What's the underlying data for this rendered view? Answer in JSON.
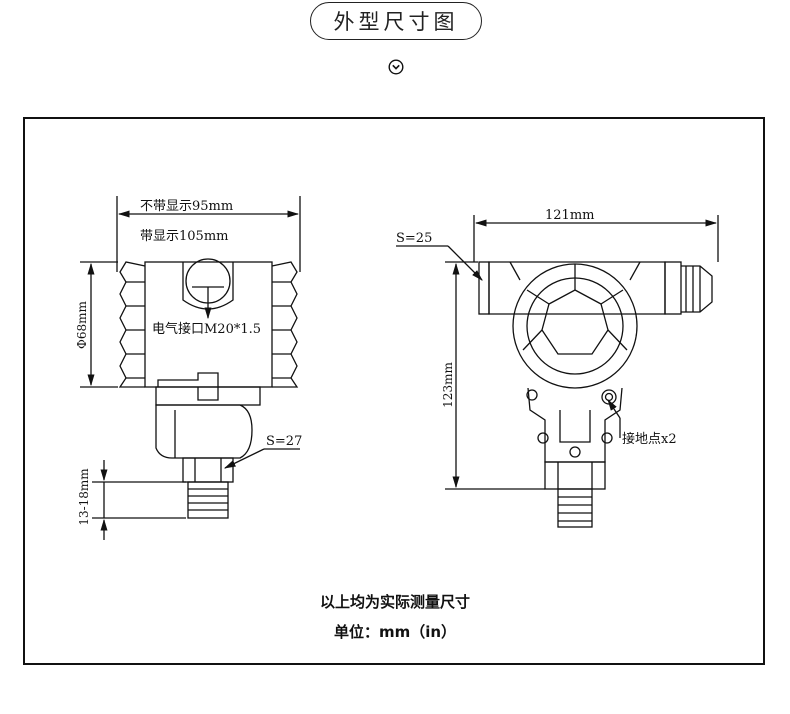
{
  "header": {
    "title": "外型尺寸图",
    "scroll_icon": "chevron-down-circle-icon"
  },
  "left_view": {
    "width_no_display": "不带显示95mm",
    "width_with_display": "带显示105mm",
    "diameter": "Φ68mm",
    "electrical_interface": "电气接口M20*1.5",
    "wrench_size": "S=27",
    "thread_length": "13-18mm"
  },
  "right_view": {
    "width": "121mm",
    "wrench_size": "S=25",
    "height": "123mm",
    "ground_points": "接地点x2"
  },
  "footer": {
    "note": "以上均为实际测量尺寸",
    "unit_label": "单位：",
    "unit_value": "mm（in）"
  }
}
